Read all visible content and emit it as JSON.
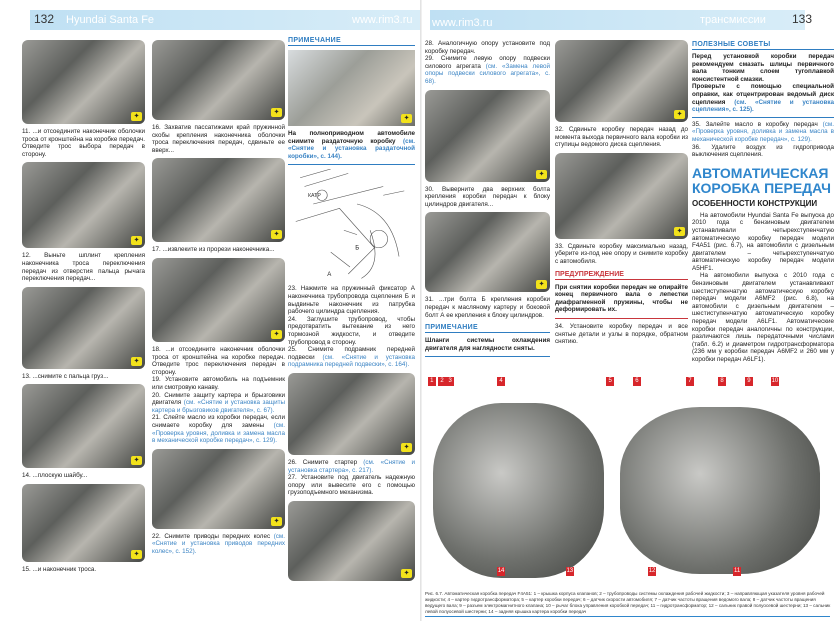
{
  "header": {
    "left_page": "132",
    "left_title": "Hyundai Santa Fe",
    "left_url": "www.rim3.ru",
    "right_url": "www.rim3.ru",
    "right_section": "трансмиссии",
    "right_page": "133"
  },
  "steps": {
    "s11": "11. ...и отсоедините наконечник оболочки троса от кронштейна на коробке передач. Отведите трос выбора передач в сторону.",
    "s12": "12. Выньте шплинт крепления наконечника троса переключения передач из отверстия пальца рычага переключения передач...",
    "s13": "13. ...снимите с пальца груз...",
    "s14": "14. ...плоскую шайбу...",
    "s15": "15. ...и наконечник троса.",
    "s16": "16. Захватив пассатижами край пружинной скобы крепления наконечника оболочки троса переключения передач, сдвиньте ее вверх...",
    "s17": "17. ...извлеките из прорези наконечника...",
    "s18": "18. ...и отсоедините наконечник оболочки троса от кронштейна на коробке передач. Отведите трос переключения передач в сторону.",
    "s19": "19. Установите автомобиль на подъемник или смотровую канаву.",
    "s20": "20. Снимите защиту картера и брызговики двигателя",
    "s20_ref": "(см. «Снятие и установка защиты картера и брызговиков двигателя», с. 67).",
    "s21": "21. Слейте масло из коробки передач, если снимаете коробку для замены",
    "s21_ref": "(см. «Проверка уровня, доливка и замена масла в механической коробке передач», с. 129).",
    "s22": "22. Снимите приводы передних колес",
    "s22_ref": "(см. «Снятие и установка приводов передних колес», с. 152).",
    "s23": "23. Нажмите на пружинный фиксатор А наконечника трубопровода сцепления Б и выдвиньте наконечник из патрубка рабочего цилиндра сцепления.",
    "s24": "24. Заглушите трубопровод, чтобы предотвратить вытекание из него тормозной жидкости, и отведите трубопровод в сторону.",
    "s25": "25. Снимите подрамник передней подвески",
    "s25_ref": "(см. «Снятие и установка подрамника передней подвески», с. 164).",
    "s26": "26. Снимите стартер",
    "s26_ref": "(см. «Снятие и установка стартера», с. 217).",
    "s27": "27. Установите под двигатель надежную опору или вывесите его с помощью грузоподъемного механизма.",
    "s28": "28. Аналогичную опору установите под коробку передач.",
    "s29": "29. Снимите левую опору подвески силового агрегата",
    "s29_ref": "(см. «Замена левой опоры подвески силового агрегата», с. 68).",
    "s30": "30. Выверните два верхних болта крепления коробки передач к блоку цилиндров двигателя...",
    "s31": "31. ...три болта Б крепления коробки передач к масляному картеру и боковой болт А ее крепления к блоку цилиндров.",
    "s32": "32. Сдвиньте коробку передач назад до момента выхода первичного вала коробки из ступицы ведомого диска сцепления.",
    "s33": "33. Сдвиньте коробку максимально назад, уберите из-под нее опору и снимите коробку с автомобиля.",
    "s34": "34. Установите коробку передач и все снятые детали и узлы в порядке, обратном снятию.",
    "s35": "35. Залейте масло в коробку передач",
    "s35_ref": "(см. «Проверка уровня, доливка и замена масла в механической коробке передач», с. 129).",
    "s36": "36. Удалите воздух из гидропривода выключения сцепления."
  },
  "note1": {
    "title": "ПРИМЕЧАНИЕ",
    "text": "На полноприводном автомобиле снимите раздаточную коробку",
    "ref": "(см. «Снятие и установка раздаточной коробки», с. 144)."
  },
  "diagram": {
    "label_a": "А",
    "label_b": "Б",
    "logo": "КАТР"
  },
  "note2": {
    "title": "ПРИМЕЧАНИЕ",
    "text": "Шланги системы охлаждения двигателя для наглядности сняты."
  },
  "warning": {
    "title": "ПРЕДУПРЕЖДЕНИЕ",
    "text": "При снятии коробки передач не опирайте конец первичного вала о лепестки диафрагменной пружины, чтобы не деформировать их."
  },
  "tips": {
    "title": "ПОЛЕЗНЫЕ СОВЕТЫ",
    "p1": "Перед установкой коробки передач рекомендуем смазать шлицы первичного вала тонким слоем тугоплавкой консистентной смазки.",
    "p2": "Проверьте с помощью специальной оправки, как отцентрирован ведомый диск сцепления",
    "p2_ref": "(см. «Снятие и установка сцепления», с. 125)."
  },
  "section": {
    "title": "АВТОМАТИЧЕСКАЯ КОРОБКА ПЕРЕДАЧ",
    "subtitle": "ОСОБЕННОСТИ КОНСТРУКЦИИ",
    "p1": "На автомобили Hyundai Santa Fe выпуска до 2010 года с бензиновым двигателем устанавливали четырехступенчатую автоматическую коробку передач модели F4A51 (рис. 6.7), на автомобили с дизельным двигателем – четырехступенчатую автоматическую коробку передач модели A5HF1.",
    "p2": "На автомобили выпуска с 2010 года с бензиновым двигателем устанавливают шестиступенчатую автоматическую коробку передач модели A6MF2 (рис. 6.8), на автомобили с дизельным двигателем – шестиступенчатую автоматическую коробку передач модели A6LF1. Автоматические коробки передач аналогичны по конструкции, различаются лишь передаточными числами (табл. 6.2) и диаметром гидротрансформатора (236 мм у коробки передач A6MF2 и 260 мм у коробки передач A6LF1)."
  },
  "figure": {
    "callouts": [
      "1",
      "2",
      "3",
      "4",
      "14",
      "13",
      "5",
      "12",
      "6",
      "7",
      "8",
      "9",
      "10",
      "11"
    ],
    "caption": "Рис. 6.7. Автоматическая коробка передач F4A51: 1 – крышка корпуса клапанов; 2 – трубопроводы системы охлаждения рабочей жидкости; 3 – направляющая указателя уровня рабочей жидкости; 4 – картер гидротрансформатора; 5 – картер коробки передач; 6 – датчик скорости автомобиля; 7 – датчик частоты вращения ведомого вала; 8 – датчик частоты вращения ведущего вала; 9 – разъем электромагнитного клапана; 10 – рычаг блока управления коробкой передач; 11 – гидротрансформатор; 12 – сальник правой полуосевой шестерни; 13 – сальник левой полуосевой шестерни; 14 – задняя крышка картера коробки передач"
  },
  "colors": {
    "accent_blue": "#2f86cc",
    "warning_red": "#c8363c",
    "band": "#bfe0f3",
    "marker_yellow": "#f2e21b"
  }
}
